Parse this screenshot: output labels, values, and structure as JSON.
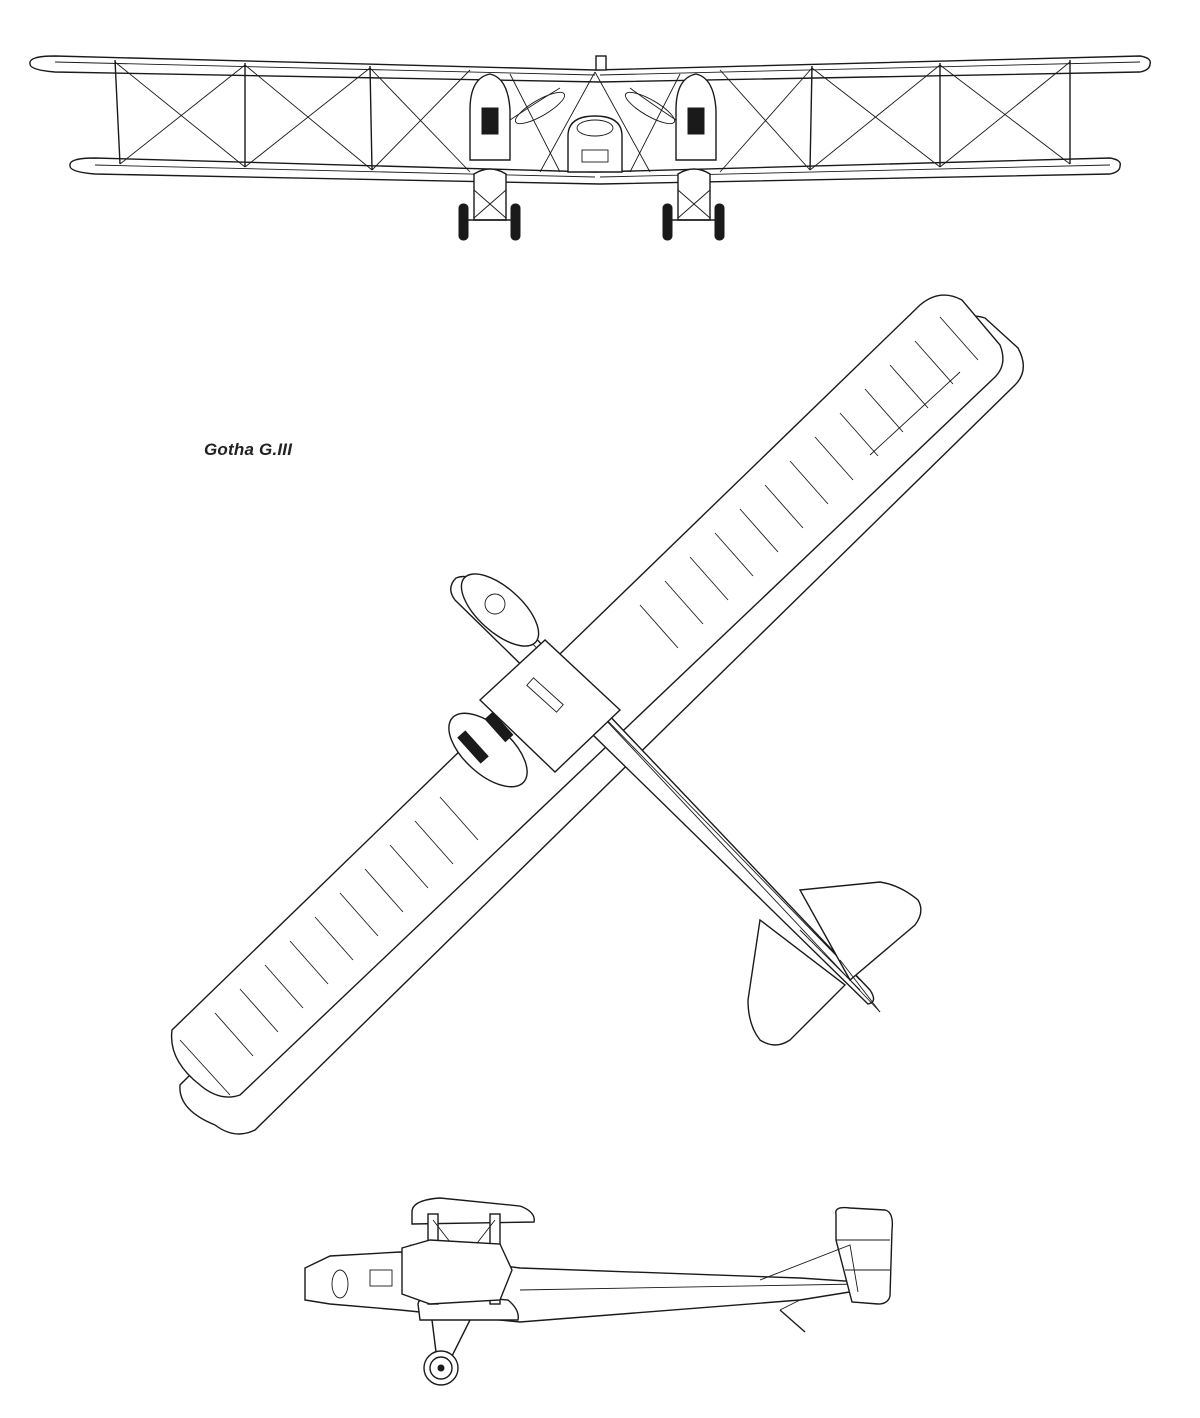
{
  "caption": "Gotha G.III",
  "views": {
    "front": "front-view",
    "top": "top-view",
    "side": "side-view"
  },
  "colors": {
    "line": "#1a1a1a",
    "background": "#ffffff"
  }
}
